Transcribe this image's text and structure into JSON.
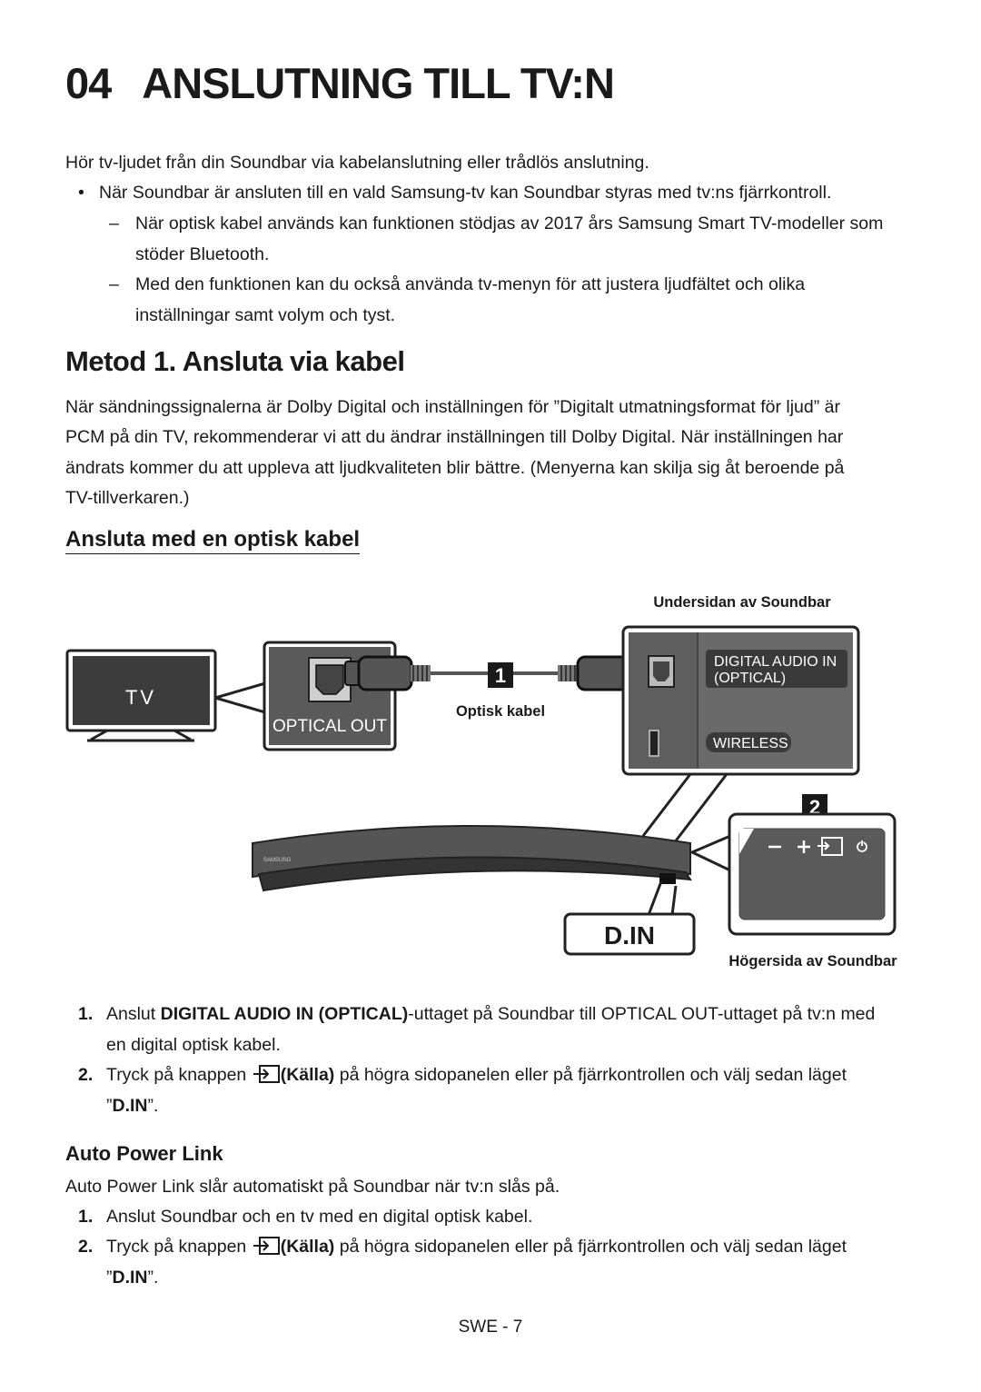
{
  "heading": {
    "number": "04",
    "title": "ANSLUTNING TILL TV:N"
  },
  "intro": {
    "text": "Hör tv-ljudet från din Soundbar via kabelanslutning eller trådlös anslutning.",
    "bullet": "När Soundbar är ansluten till en vald Samsung-tv kan Soundbar styras med tv:ns fjärrkontroll.",
    "dash1_line1": "När optisk kabel används kan funktionen stödjas av 2017 års Samsung Smart TV-modeller som",
    "dash1_line2": "stöder Bluetooth.",
    "dash2_line1": "Med den funktionen kan du också använda tv-menyn för att justera ljudfältet och olika",
    "dash2_line2": "inställningar samt volym och tyst.",
    "bullet_mark": "•",
    "dash_mark": "–"
  },
  "method1": {
    "title": "Metod 1. Ansluta via kabel",
    "para_lines": [
      "När sändningssignalerna är Dolby Digital och inställningen för ”Digitalt utmatningsformat för ljud” är",
      "PCM på din TV, rekommenderar vi att du ändrar inställningen till Dolby Digital. När inställningen har",
      "ändrats kommer du att uppleva att ljudkvaliteten blir bättre. (Menyerna kan skilja sig åt beroende på",
      "TV-tillverkaren.)"
    ]
  },
  "optical": {
    "title": "Ansluta med en optisk kabel"
  },
  "diagram": {
    "tv_label": "TV",
    "optical_out_label": "OPTICAL OUT",
    "cable_label": "Optisk kabel",
    "bottom_label": "Undersidan av Soundbar",
    "digital_audio_in_line1": "DIGITAL AUDIO IN",
    "digital_audio_in_line2": "(OPTICAL)",
    "wireless_label": "WIRELESS",
    "right_side_label": "Högersida av Soundbar",
    "din_label": "D.IN",
    "step1_badge": "1",
    "step2_badge": "2",
    "brand": "SAMSUNG"
  },
  "steps": [
    {
      "num": "1.",
      "pre": "Anslut ",
      "bold": "DIGITAL AUDIO IN (OPTICAL)",
      "post": "-uttaget på Soundbar till OPTICAL OUT-uttaget på tv:n med",
      "line2": "en digital optisk kabel."
    },
    {
      "num": "2.",
      "pre": "Tryck på knappen ",
      "bold": "(Källa)",
      "post": " på högra sidopanelen eller på fjärrkontrollen och välj sedan läget",
      "line2_pre": "”",
      "line2_bold": "D.IN",
      "line2_post": "”."
    }
  ],
  "auto_power": {
    "title": "Auto Power Link",
    "text": "Auto Power Link slår automatiskt på Soundbar när tv:n slås på.",
    "steps": [
      {
        "num": "1.",
        "text": "Anslut Soundbar och en tv med en digital optisk kabel."
      },
      {
        "num": "2.",
        "pre": "Tryck på knappen ",
        "bold": "(Källa)",
        "post": " på högra sidopanelen eller på fjärrkontrollen och välj sedan läget",
        "line2_pre": "”",
        "line2_bold": "D.IN",
        "line2_post": "”."
      }
    ]
  },
  "footer": {
    "page": "SWE - 7"
  },
  "colors": {
    "text": "#1a1a1a",
    "panel_dark": "#3a3a3a",
    "panel_mid": "#5a5a5a",
    "soundbar_side": "#6a6a6a"
  }
}
